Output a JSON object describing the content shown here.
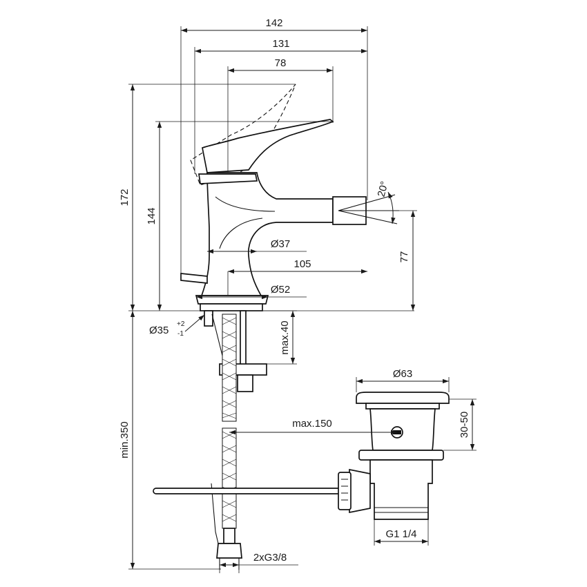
{
  "dimensions": {
    "overall_width": "142",
    "spout_width": "131",
    "lever_reach": "78",
    "overall_height": "172",
    "body_height": "144",
    "outlet_height": "77",
    "spray_angle": "20°",
    "spout_projection": "105",
    "base_diameter_upper": "Ø37",
    "base_diameter_lower": "Ø52",
    "hole_diameter": "Ø35",
    "hole_tolerance_plus": "+2",
    "hole_tolerance_minus": "-1",
    "max_deck_thickness": "max.40",
    "min_hose_length": "min.350",
    "max_rod_distance": "max.150",
    "waste_cap_diameter": "Ø63",
    "waste_height_range": "30-50",
    "waste_thread": "G1 1/4",
    "hose_connection": "2xG3/8"
  },
  "colors": {
    "line": "#111111",
    "background": "#ffffff"
  }
}
